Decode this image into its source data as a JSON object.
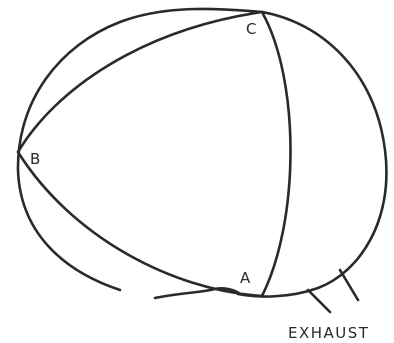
{
  "diagram": {
    "vertex_labels": {
      "a": "A",
      "b": "B",
      "c": "C"
    },
    "caption": "EXHAUST"
  }
}
